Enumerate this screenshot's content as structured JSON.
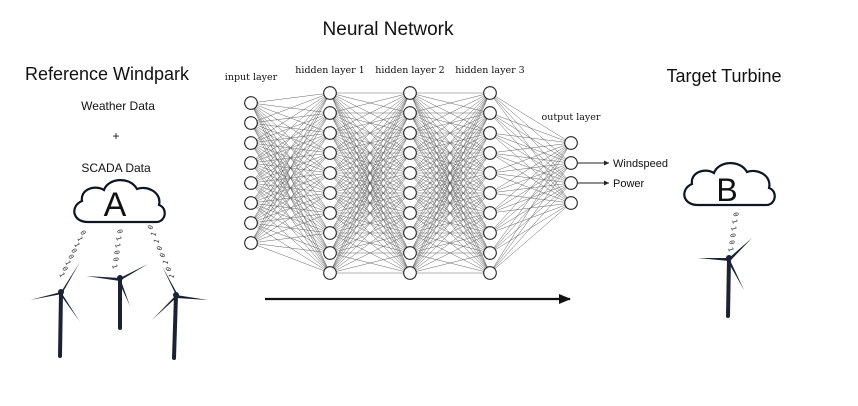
{
  "title": "Neural Network",
  "reference": {
    "heading": "Reference Windpark",
    "weather_label": "Weather Data",
    "plus": "+",
    "scada_label": "SCADA Data",
    "cloud_letter": "A"
  },
  "target": {
    "heading": "Target Turbine",
    "cloud_letter": "B"
  },
  "network": {
    "layer_labels": [
      "input layer",
      "hidden layer 1",
      "hidden layer 2",
      "hidden layer 3",
      "output layer"
    ],
    "layer_sizes": [
      8,
      10,
      10,
      10,
      4
    ],
    "outputs": [
      "Windspeed",
      "Power"
    ]
  },
  "bits": [
    "0",
    "1",
    "1",
    "0",
    "0",
    "1",
    "0",
    "1"
  ],
  "colors": {
    "turbine": "#1b2233",
    "cloud_stroke": "#0d1524",
    "arrow": "#111111"
  }
}
